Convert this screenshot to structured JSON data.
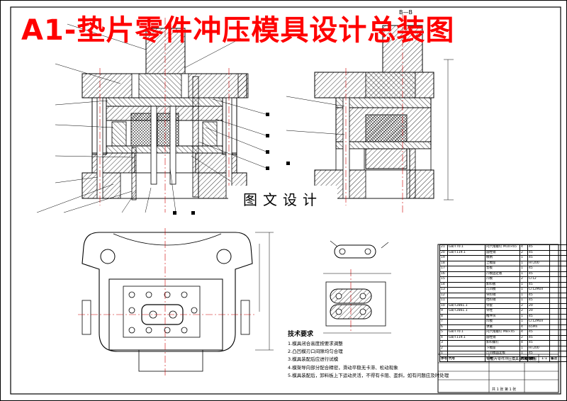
{
  "title": "A1-垫片零件冲压模具设计总装图",
  "watermark": "图文设计",
  "section_label": "B—B",
  "tech_notes": {
    "title": "技术要求",
    "items": [
      "1.模具闭合高度按要求调整",
      "2.凸凹模刃口间隙均匀合理",
      "3.模具装配后应进行试模",
      "4.模架导向部分配合精密，滑动平稳无卡滞、松动现象",
      "5.模具装配后，卸料板上下运动灵活，不得有卡阻、歪斜，如有问题应及时处理"
    ]
  },
  "bom": {
    "rows": [
      [
        "21",
        "GB/T70.1",
        "内六角螺钉 M10×65",
        "4",
        "45",
        ""
      ],
      [
        "20",
        "GB/T119.1",
        "圆柱销",
        "2",
        "45",
        ""
      ],
      [
        "19",
        "",
        "模柄",
        "1",
        "45",
        ""
      ],
      [
        "18",
        "",
        "上模座",
        "1",
        "HT200",
        ""
      ],
      [
        "17",
        "",
        "垫板",
        "1",
        "45",
        ""
      ],
      [
        "16",
        "",
        "凸模固定板",
        "1",
        "45",
        ""
      ],
      [
        "15",
        "",
        "凸模",
        "2",
        "Cr12",
        ""
      ],
      [
        "14",
        "",
        "卸料板",
        "1",
        "45",
        ""
      ],
      [
        "13",
        "",
        "凸凹模",
        "1",
        "Cr12MoV",
        ""
      ],
      [
        "12",
        "",
        "导料销",
        "1",
        "45",
        ""
      ],
      [
        "11",
        "",
        "挡料销",
        "1",
        "45",
        ""
      ],
      [
        "10",
        "GB/T2861.1",
        "导套",
        "2",
        "20",
        ""
      ],
      [
        "9",
        "GB/T2861.1",
        "导柱",
        "2",
        "20",
        ""
      ],
      [
        "8",
        "",
        "推件块",
        "1",
        "45",
        ""
      ],
      [
        "7",
        "",
        "凹模",
        "1",
        "Cr12MoV",
        ""
      ],
      [
        "6",
        "",
        "弹簧",
        "4",
        "65Mn",
        ""
      ],
      [
        "5",
        "GB/T70.1",
        "内六角螺钉 M8×45",
        "4",
        "45",
        ""
      ],
      [
        "4",
        "GB/T119.1",
        "圆柱销",
        "2",
        "45",
        ""
      ],
      [
        "3",
        "",
        "卸料螺钉",
        "4",
        "45",
        ""
      ],
      [
        "2",
        "",
        "下模座",
        "1",
        "HT200",
        ""
      ],
      [
        "1",
        "",
        "凸凹模固定板",
        "1",
        "45",
        ""
      ]
    ],
    "header": [
      "序号",
      "代号",
      "名称",
      "数量",
      "材料",
      "备注"
    ]
  },
  "title_block": {
    "drawing_name": "垫片零件冲压模具设计总装图",
    "scale_label": "比例",
    "scale": "1:1",
    "sheet": "共 1 张 第 1 张"
  },
  "colors": {
    "title": "#ff0000",
    "hatch": "#000000",
    "line": "#000000",
    "centerline": "#cc0000"
  }
}
